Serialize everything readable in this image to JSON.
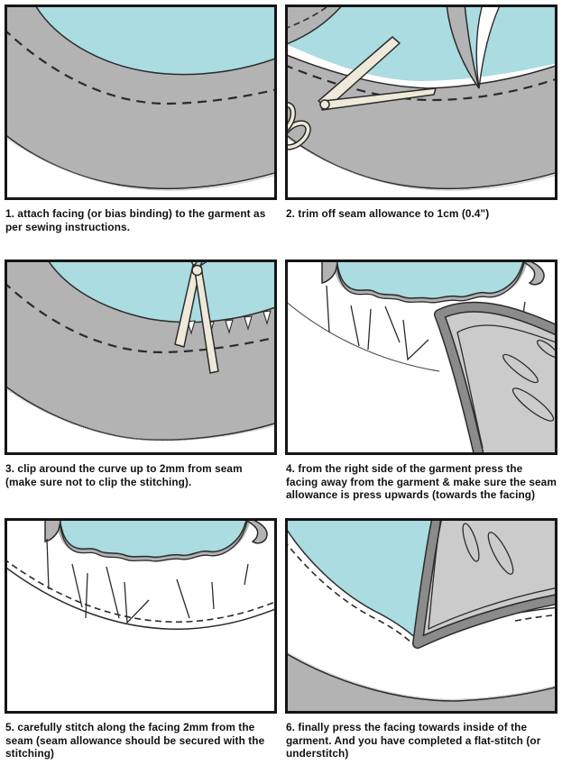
{
  "page": {
    "background": "#ffffff"
  },
  "palette": {
    "garment_teal": "#aadce1",
    "fabric_gray": "#b3b3b3",
    "iron_gray": "#cbcbcb",
    "iron_rim_gray": "#8b8b8b",
    "outline": "#2b2b2b",
    "scissors_cream": "#eee9d9",
    "serge_gray": "#8f8f8f",
    "caption_color": "#111111",
    "panel_border": "#151515"
  },
  "decor": {
    "serge_char": "^",
    "serge_repeat": 220
  },
  "steps": [
    {
      "number": "1",
      "caption": "1. attach facing (or bias binding) to the garment as per sewing instructions.",
      "art": "garment-neckline-with-facing"
    },
    {
      "number": "2",
      "caption": "2. trim off seam allowance to 1cm (0.4\")",
      "art": "scissors-trimming-seam-allowance"
    },
    {
      "number": "3",
      "caption": "3. clip around the curve up to 2mm from seam (make sure not to clip the stitching).",
      "art": "scissors-clipping-curve"
    },
    {
      "number": "4",
      "caption": "4. from the right side of the garment press the facing away from the garment & make sure the seam allowance is press upwards (towards the facing)",
      "art": "iron-pressing-facing-away"
    },
    {
      "number": "5",
      "caption": "5. carefully stitch along the facing 2mm from the seam (seam allowance should be secured with the stitching)",
      "art": "understitching-along-facing"
    },
    {
      "number": "6",
      "caption": "6. finally press the facing towards inside of the garment. And you have completed a flat-stitch (or understitch)",
      "art": "iron-pressing-facing-inside"
    }
  ]
}
